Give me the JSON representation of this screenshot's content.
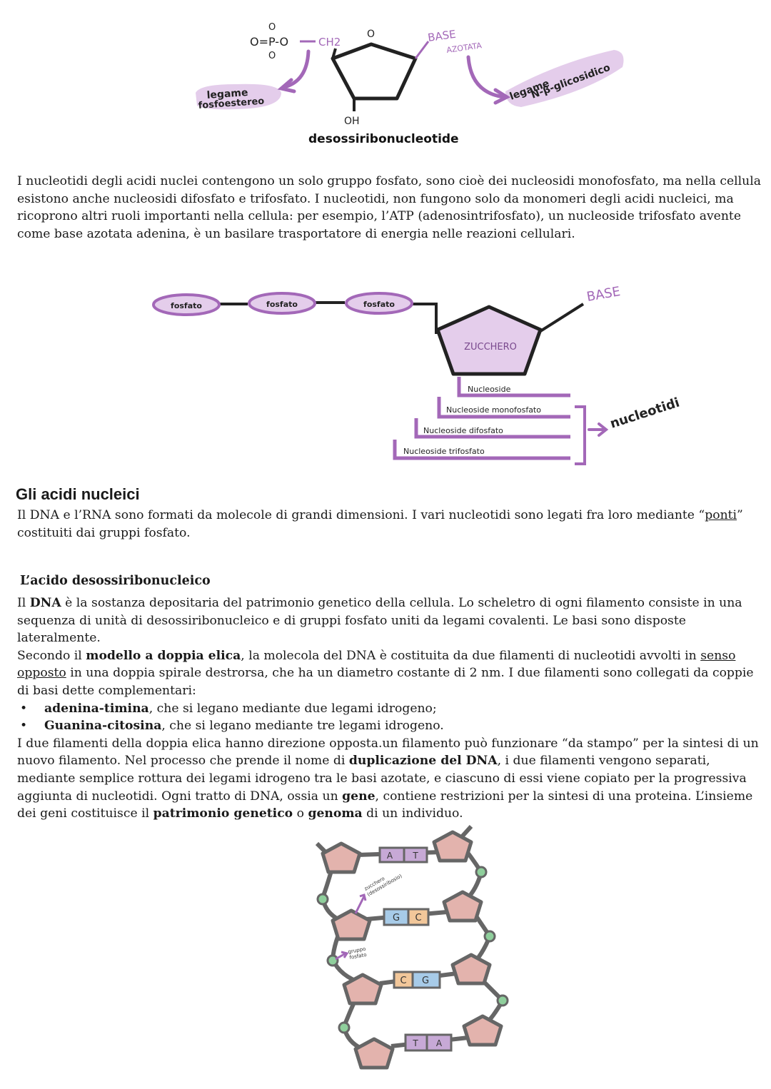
{
  "colors": {
    "accent": "#a368b8",
    "accent_light": "#e4cdeb",
    "sugar_fill": "#e3b3ad",
    "phosphate_node": "#8fcf9c",
    "base_a": "#c7a9d6",
    "base_g": "#a7cbe8",
    "base_c": "#f2c79a"
  },
  "fig1": {
    "phosphate_group": "O=P-O",
    "ch2": "CH2",
    "ring_o": "O",
    "oh": "OH",
    "base_label_1": "BASE",
    "base_label_2": "AZOTATA",
    "bond_left_1": "legame",
    "bond_left_2": "fosfoestereo",
    "bond_right_1": "legame",
    "bond_right_2": "N-β-glicosidico",
    "caption": "desossiribonucleotide"
  },
  "intro_paragraph": "I nucleotidi degli acidi nuclei contengono un solo gruppo fosfato, sono cioè dei nucleosidi monofosfato, ma nella cellula esistono anche nucleosidi difosfato e trifosfato. I nucleotidi, non fungono solo da monomeri degli acidi nucleici, ma ricoprono altri ruoli importanti nella cellula: per esempio, l’ATP (adenosintrifosfato), un nucleoside trifosfato avente come base azotata adenina, è un basilare trasportatore di energia nelle reazioni cellulari.",
  "fig2": {
    "phosphates": [
      "fosfato",
      "fosfato",
      "fosfato"
    ],
    "sugar": "ZUCCHERO",
    "base": "BASE",
    "levels": [
      "Nucleoside",
      "Nucleoside monofosfato",
      "Nucleoside difosfato",
      "Nucleoside trifosfato"
    ],
    "bracket_label": "nucleotidi"
  },
  "section": {
    "title": "Gli acidi nucleici",
    "p_before": "Il DNA e l’RNA sono formati da molecole di grandi dimensioni. I vari nucleotidi sono legati fra loro mediante “",
    "p_underlined": "ponti",
    "p_after": "” costituiti dai gruppi fosfato."
  },
  "dna": {
    "title": "L’acido desossiribonucleico",
    "p1_pre": "Il ",
    "p1_bold": "DNA",
    "p1_post": " è la sostanza depositaria del patrimonio genetico della cellula. Lo scheletro di ogni filamento consiste in una sequenza di unità di desossiribonucleico e di gruppi fosfato uniti da legami covalenti. Le basi sono disposte lateralmente.",
    "p2_pre": "Secondo il ",
    "p2_bold": "modello a doppia elica",
    "p2_mid": ", la molecola del DNA è costituita da due filamenti di nucleotidi avvolti in ",
    "p2_underlined": "senso opposto",
    "p2_post": " in una doppia spirale destrorsa, che ha un diametro costante di 2 nm. I due filamenti sono collegati da coppie di basi dette complementari:",
    "bullet1_bold": "adenina-timina",
    "bullet1_text": ", che si legano mediante due legami idrogeno;",
    "bullet2_bold": "Guanina-citosina",
    "bullet2_text": ", che si legano mediante tre legami idrogeno.",
    "p3_a": "I due filamenti della doppia elica hanno direzione opposta.un filamento può funzionare “da stampo” per la sintesi di un nuovo filamento. Nel processo che prende il nome di ",
    "p3_bold1": "duplicazione del DNA",
    "p3_b": ", i due filamenti vengono separati, mediante semplice rottura dei legami idrogeno tra le basi azotate, e ciascuno di essi viene copiato per la progressiva aggiunta di nucleotidi. Ogni tratto di DNA, ossia un ",
    "p3_bold2": "gene",
    "p3_c": ", contiene restrizioni per la sintesi di una proteina. L’insieme dei geni costituisce il ",
    "p3_bold3": "patrimonio genetico",
    "p3_d": " o ",
    "p3_bold4": "genoma",
    "p3_e": " di un individuo."
  },
  "fig3": {
    "pairs": [
      [
        "A",
        "T"
      ],
      [
        "G",
        "C"
      ],
      [
        "C",
        "G"
      ],
      [
        "T",
        "A"
      ]
    ],
    "label_sugar_1": "zucchero",
    "label_sugar_2": "(desossiribosio)",
    "label_phosphate_1": "gruppo",
    "label_phosphate_2": "fosfato"
  }
}
